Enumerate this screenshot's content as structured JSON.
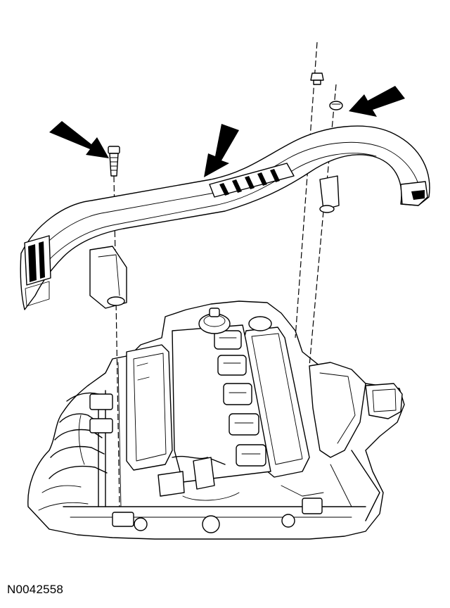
{
  "figure": {
    "code": "N0042558"
  },
  "callout_arrows": [
    {
      "target": "left-bolt",
      "icon": "arrow-right-down"
    },
    {
      "target": "cover-center",
      "icon": "arrow-down-left"
    },
    {
      "target": "right-bolt",
      "icon": "arrow-left-down"
    }
  ],
  "colors": {
    "ink": "#000000",
    "paper": "#ffffff"
  }
}
